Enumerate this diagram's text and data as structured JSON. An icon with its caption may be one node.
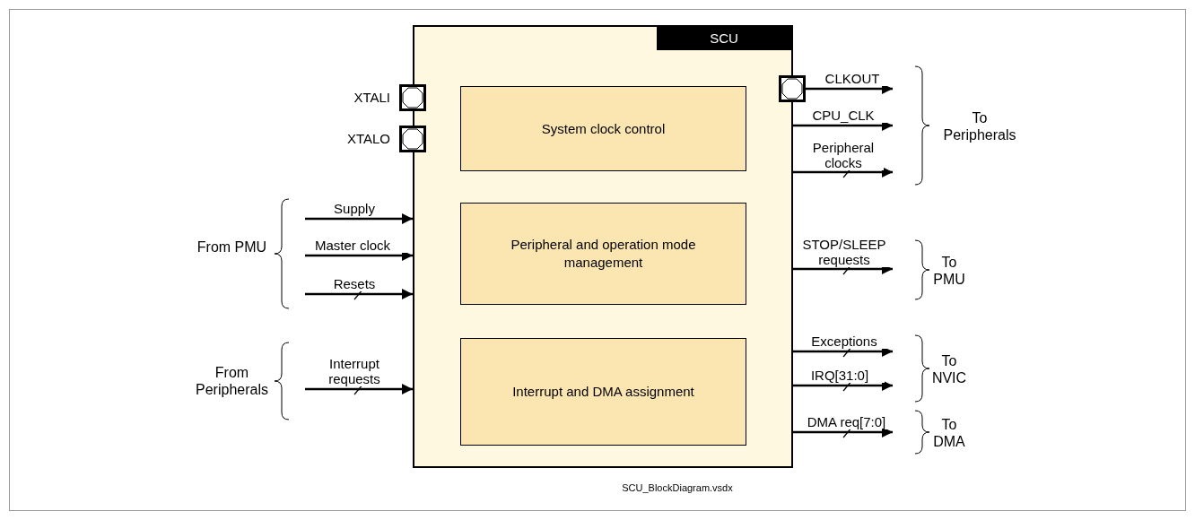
{
  "diagram": {
    "nodes": [
      {
        "text": [
          "SCU"
        ]
      },
      {
        "text": [
          "System clock control"
        ],
        "in": 0
      },
      {
        "text": [
          "Peripheral and operation mode management"
        ],
        "in": 0
      },
      {
        "text": [
          "Interrupt and DMA assignment"
        ],
        "in": 0
      },
      {
        "text": [],
        "shape": "box",
        "beside": [
          "XTALI"
        ]
      },
      {
        "text": [],
        "shape": "box",
        "beside": [
          "XTALO"
        ]
      },
      {
        "text": [],
        "shape": "box"
      }
    ],
    "edges": [
      {
        "from": null,
        "to": 0,
        "arrow": "to",
        "label": "Supply"
      },
      {
        "from": null,
        "to": 0,
        "arrow": "to",
        "label": "Master clock"
      },
      {
        "from": null,
        "to": 0,
        "arrow": "to",
        "label": "Resets"
      },
      {
        "from": null,
        "to": 0,
        "arrow": "to",
        "label": "Interrupt requests"
      },
      {
        "from": 6,
        "to": null,
        "arrow": "to",
        "label": "CLKOUT"
      },
      {
        "from": 0,
        "to": null,
        "arrow": "to",
        "label": "CPU_CLK"
      },
      {
        "from": 0,
        "to": null,
        "arrow": "to",
        "label": "Peripheral clocks"
      },
      {
        "from": 0,
        "to": null,
        "arrow": "to",
        "label": "STOP/SLEEP requests"
      },
      {
        "from": 0,
        "to": null,
        "arrow": "to",
        "label": "Exceptions"
      },
      {
        "from": 0,
        "to": null,
        "arrow": "to",
        "label": "IRQ[31:0]"
      },
      {
        "from": 0,
        "to": null,
        "arrow": "to",
        "label": "DMA req[7:0]"
      }
    ],
    "labels": [
      "To Peripherals",
      "From PMU",
      "To PMU",
      "From Peripherals",
      "To NVIC",
      "To DMA",
      "SCU_BlockDiagram.vsdx"
    ]
  }
}
